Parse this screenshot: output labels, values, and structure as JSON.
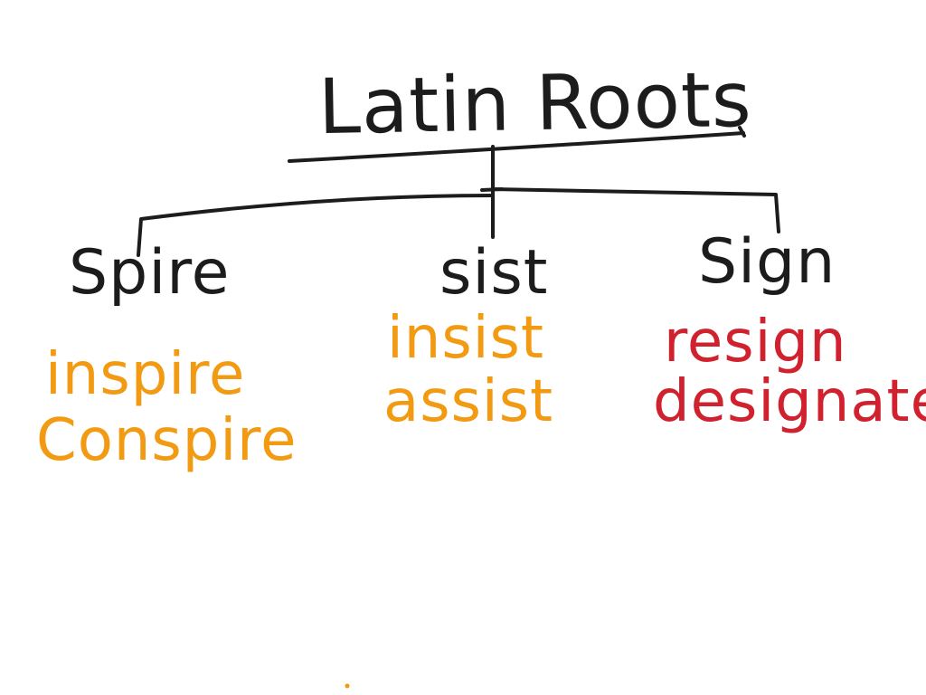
{
  "title": "Latin Roots",
  "colors": {
    "ink": "#1c1c1c",
    "orange": "#f39a13",
    "red": "#d0212e"
  },
  "roots": [
    {
      "label": "Spire",
      "examples": [
        "inspire",
        "Conspire"
      ],
      "example_color": "#f39a13"
    },
    {
      "label": "sist",
      "examples": [
        "insist",
        "assist"
      ],
      "example_color": "#f39a13"
    },
    {
      "label": "Sign",
      "examples": [
        "resign",
        "designate"
      ],
      "example_color": "#d0212e"
    }
  ]
}
